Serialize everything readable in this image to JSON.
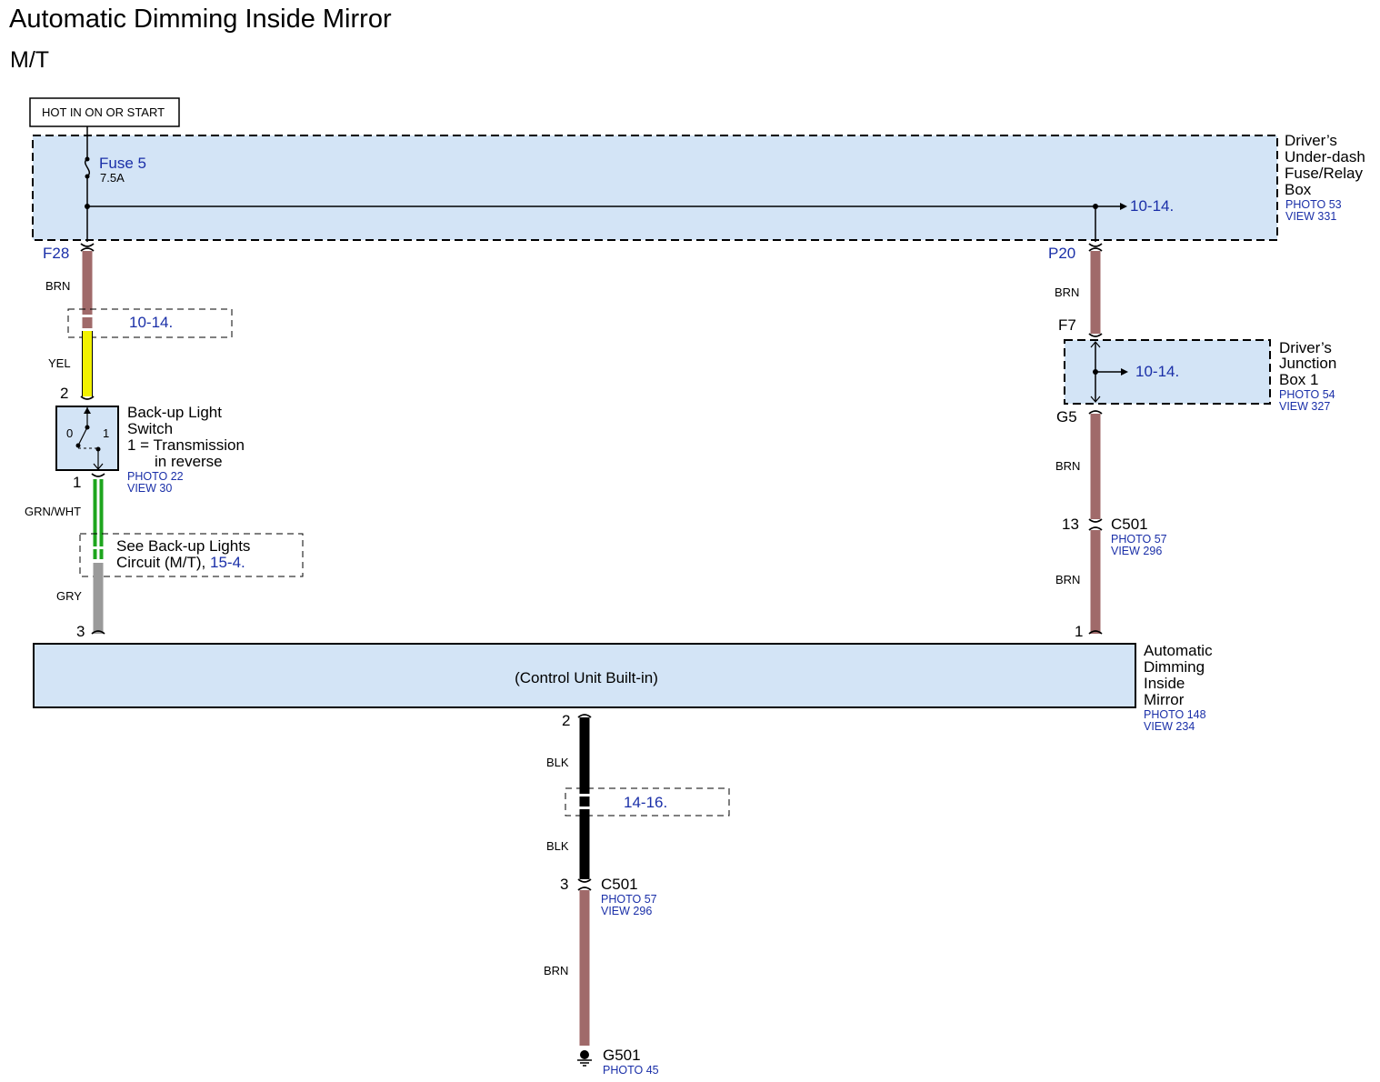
{
  "title": "Automatic Dimming Inside Mirror",
  "subtitle": "M/T",
  "power_label": "HOT IN ON OR START",
  "fuse_box": {
    "name_lines": [
      "Driver’s",
      "Under-dash",
      "Fuse/Relay",
      "Box"
    ],
    "photo": "PHOTO 53",
    "view": "VIEW 331",
    "fuse_name": "Fuse 5",
    "fuse_rating": "7.5A",
    "ref": "10-14.",
    "pin_left": "F28",
    "pin_right": "P20"
  },
  "left_circuit": {
    "wire1_color": "BRN",
    "ref_box": "10-14.",
    "wire2_color": "YEL",
    "switch_pin_top": "2",
    "switch_name_lines": [
      "Back-up Light",
      "Switch",
      "1 = Transmission",
      "in reverse"
    ],
    "switch_pos0": "0",
    "switch_pos1": "1",
    "switch_photo": "PHOTO 22",
    "switch_view": "VIEW 30",
    "switch_pin_bottom": "1",
    "wire3_color": "GRN/WHT",
    "see_line1": "See Back-up Lights",
    "see_line2": "Circuit (M/T),",
    "see_ref": "15-4.",
    "wire4_color": "GRY",
    "mirror_pin": "3"
  },
  "right_circuit": {
    "wire1_color": "BRN",
    "pin_f7": "F7",
    "junction_name_lines": [
      "Driver’s",
      "Junction",
      "Box 1"
    ],
    "junction_photo": "PHOTO 54",
    "junction_view": "VIEW 327",
    "junction_ref": "10-14.",
    "pin_g5": "G5",
    "wire2_color": "BRN",
    "c501_pin": "13",
    "c501_name": "C501",
    "c501_photo": "PHOTO 57",
    "c501_view": "VIEW 296",
    "wire3_color": "BRN",
    "mirror_pin": "1"
  },
  "mirror": {
    "inner_label": "(Control Unit Built-in)",
    "name_lines": [
      "Automatic",
      "Dimming",
      "Inside",
      "Mirror"
    ],
    "photo": "PHOTO 148",
    "view": "VIEW 234"
  },
  "ground_circuit": {
    "mirror_pin": "2",
    "wire1_color": "BLK",
    "ref_box": "14-16.",
    "wire2_color": "BLK",
    "c501_pin": "3",
    "c501_name": "C501",
    "c501_photo": "PHOTO 57",
    "c501_view": "VIEW 296",
    "wire3_color": "BRN",
    "ground_name": "G501",
    "ground_photo": "PHOTO 45"
  },
  "colors": {
    "box_fill": "#d3e4f6",
    "brn": "#a06a6a",
    "yel": "#f2f200",
    "grn": "#1ea51e",
    "gry": "#9a9a9a",
    "blk": "#000000",
    "ref_text": "#1a2fa8"
  }
}
